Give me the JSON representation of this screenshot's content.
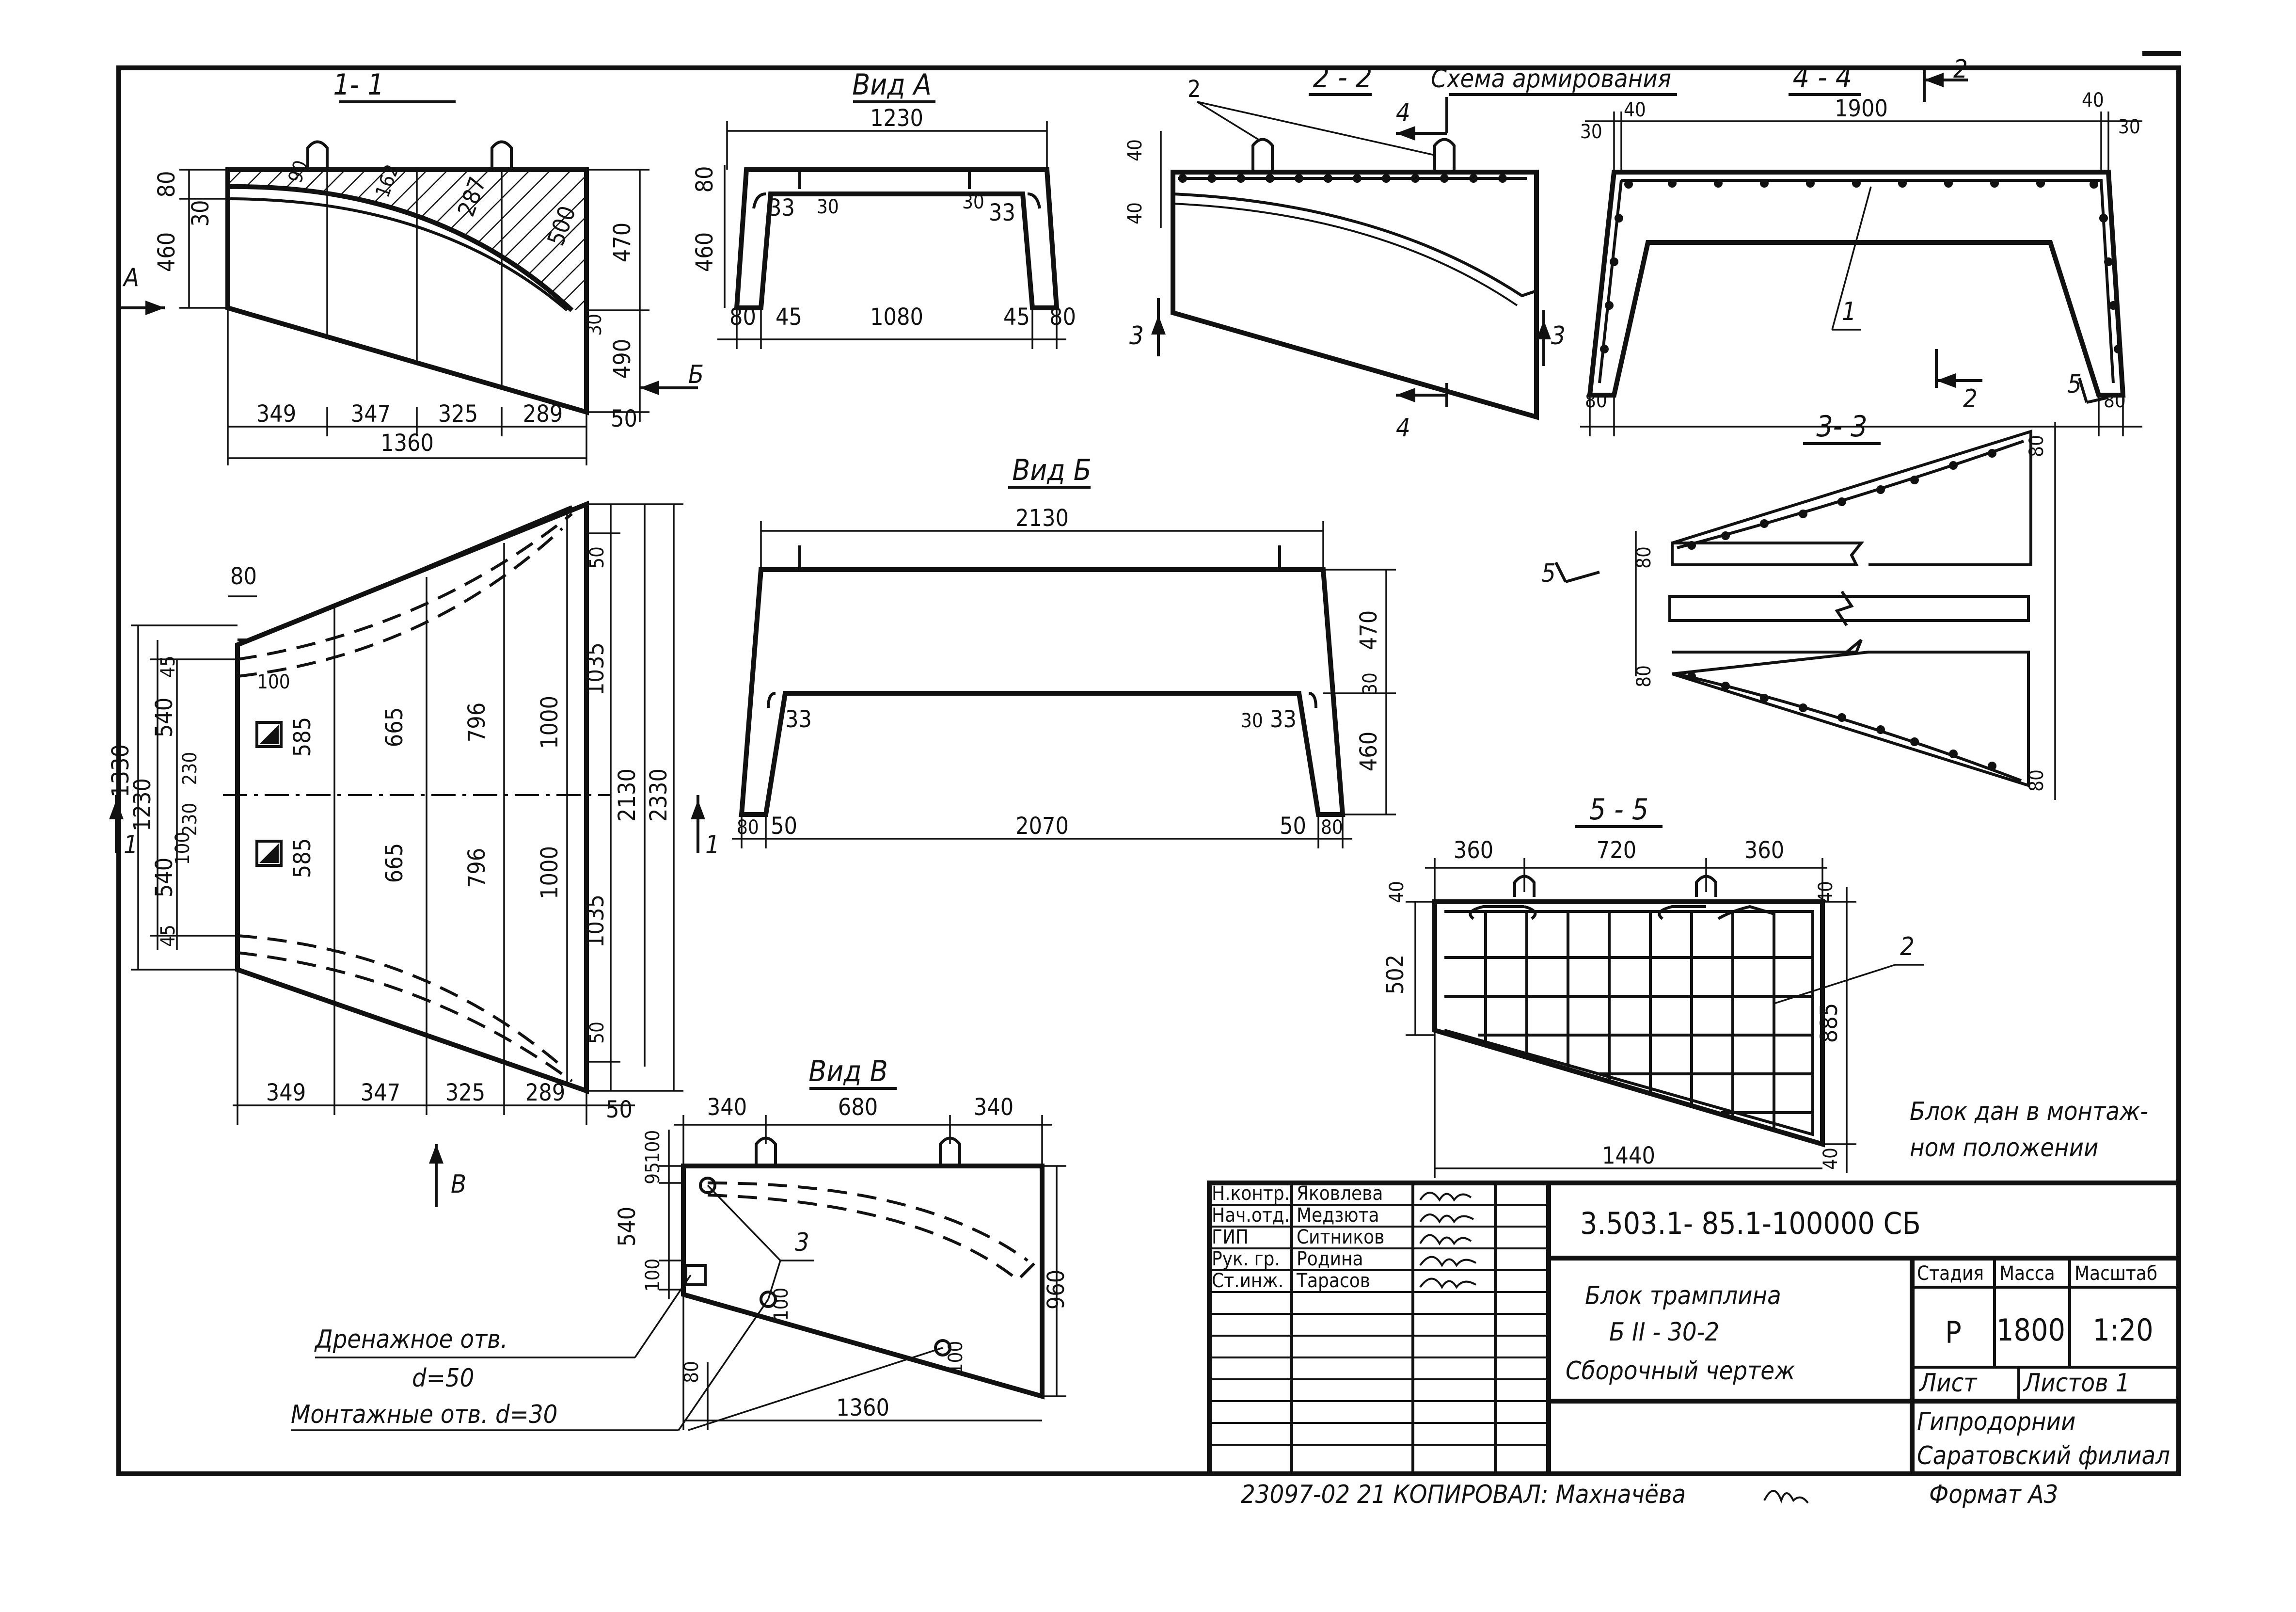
{
  "sections": {
    "s1": "1- 1",
    "vidA": "Вид А",
    "s2": "2 - 2",
    "scheme": "Схема армирования",
    "s4": "4 - 4",
    "vidB": "Вид Б",
    "s3": "3- 3",
    "s5": "5 - 5",
    "vidV": "Вид В"
  },
  "markers": {
    "A": "А",
    "B": "Б",
    "V": "В",
    "one": "1",
    "two": "2",
    "three": "3",
    "four": "4",
    "five": "5"
  },
  "dims_1_1": {
    "top": [
      "80",
      "30",
      "460"
    ],
    "right": [
      "470",
      "30",
      "490",
      "50"
    ],
    "inner": [
      "90",
      "162",
      "287",
      "500"
    ],
    "bottom": [
      "349",
      "347",
      "325",
      "289"
    ],
    "total": "1360"
  },
  "dims_vidA": {
    "top": "1230",
    "left": [
      "80",
      "460"
    ],
    "inner": [
      "33",
      "30",
      "30",
      "33"
    ],
    "bottom": [
      "80",
      "45",
      "1080",
      "45",
      "80"
    ]
  },
  "dims_2_2": {
    "left": [
      "40",
      "40"
    ],
    "callout": "2"
  },
  "dims_4_4": {
    "top": [
      "30",
      "40",
      "1900",
      "40",
      "30"
    ],
    "bottom": [
      "80",
      "80"
    ],
    "callout": "1"
  },
  "dims_plan": {
    "top": "80",
    "left": [
      "45",
      "540",
      "230",
      "230",
      "540",
      "45"
    ],
    "left_totals": [
      "1330",
      "1230"
    ],
    "holes": [
      "100",
      "100"
    ],
    "col1": [
      "585",
      "585"
    ],
    "col2": [
      "665",
      "665"
    ],
    "col3": [
      "796",
      "796"
    ],
    "col4": [
      "1000",
      "1000"
    ],
    "right": [
      "50",
      "1035",
      "1035",
      "50"
    ],
    "right_totals": [
      "2130",
      "2330"
    ],
    "bottom": [
      "349",
      "347",
      "325",
      "289",
      "50"
    ]
  },
  "dims_vidB": {
    "top": "2130",
    "right": [
      "470",
      "30",
      "460"
    ],
    "inner": [
      "33",
      "30",
      "33"
    ],
    "bottom": [
      "80",
      "50",
      "2070",
      "50",
      "80"
    ]
  },
  "dims_3_3": {
    "labels": [
      "80",
      "80",
      "80",
      "80"
    ]
  },
  "dims_5_5": {
    "top": [
      "360",
      "720",
      "360"
    ],
    "left": [
      "40",
      "502"
    ],
    "right": [
      "40",
      "885",
      "40"
    ],
    "bottom": "1440",
    "callout": "2"
  },
  "dims_vidV": {
    "top": [
      "340",
      "680",
      "340"
    ],
    "left": [
      "100",
      "95",
      "540",
      "100",
      "80"
    ],
    "holes": [
      "100",
      "100"
    ],
    "right": "960",
    "bottom": "1360",
    "callout": "3"
  },
  "notes": {
    "drain": "Дренажное   отв.",
    "drain_d": "d=50",
    "mount": "Монтажные отв. d=30",
    "position": [
      "Блок дан в монтаж-",
      "ном положении"
    ]
  },
  "title_block": {
    "roles": [
      {
        "role": "Н.контр.",
        "name": "Яковлева"
      },
      {
        "role": "Нач.отд.",
        "name": "Медзюта"
      },
      {
        "role": "ГИП",
        "name": "Ситников"
      },
      {
        "role": "Рук. гр.",
        "name": "Родина"
      },
      {
        "role": "Ст.инж.",
        "name": "Тарасов"
      }
    ],
    "code": "3.503.1- 85.1-100000 СБ",
    "name_lines": [
      "Блок   трамплина",
      "Б II - 30-2",
      "Сборочный   чертеж"
    ],
    "stage_h": "Стадия",
    "mass_h": "Масса",
    "scale_h": "Масштаб",
    "stage": "Р",
    "mass": "1800",
    "scale": "1:20",
    "sheet": "Лист",
    "sheets": "Листов 1",
    "org": [
      "Гипродорнии",
      "Саратовский филиал"
    ]
  },
  "footer": {
    "left": "23097-02  21  КОПИРОВАЛ:  Махначёва",
    "format": "Формат  А3"
  }
}
